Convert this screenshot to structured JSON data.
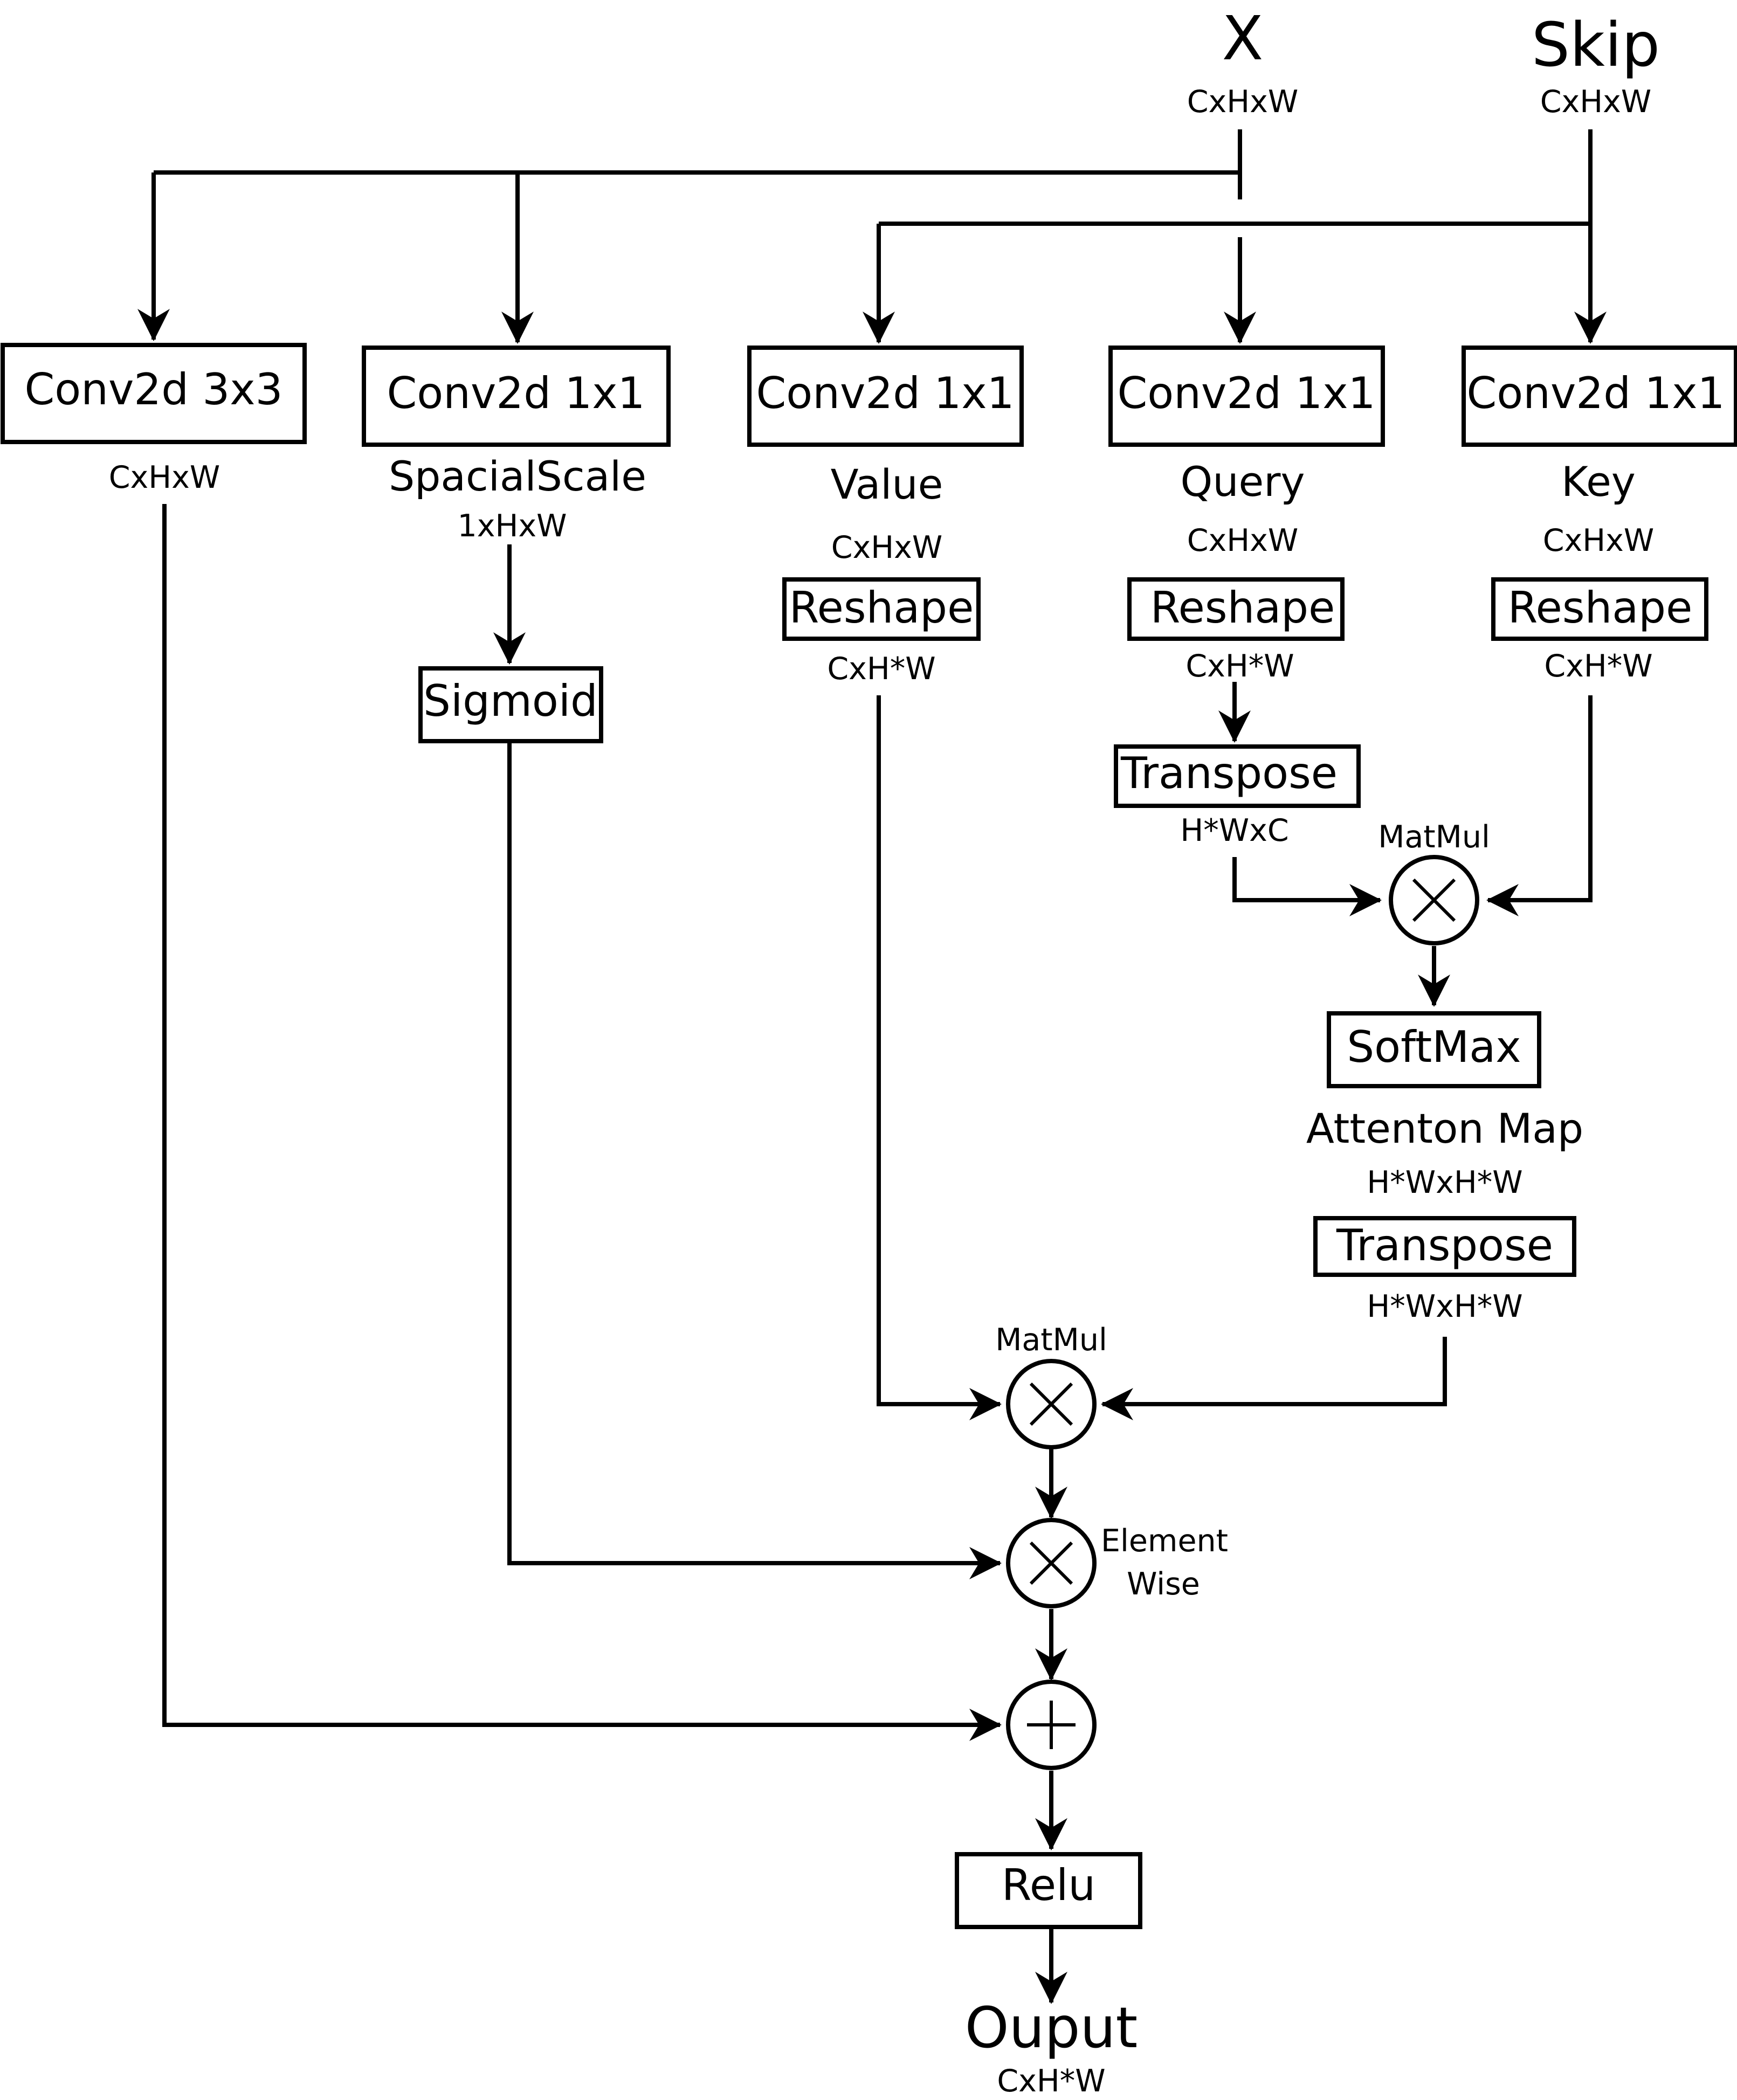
{
  "inputs": {
    "x": {
      "label": "X",
      "shape": "CxHxW"
    },
    "skip": {
      "label": "Skip",
      "shape": "CxHxW"
    }
  },
  "branch_conv3": {
    "op": "Conv2d 3x3",
    "shape": "CxHxW"
  },
  "branch_spatial": {
    "op": "Conv2d 1x1",
    "name": "SpacialScale",
    "shape": "1xHxW",
    "act": "Sigmoid"
  },
  "branch_value": {
    "op": "Conv2d 1x1",
    "name": "Value",
    "shape": "CxHxW",
    "reshape": "Reshape",
    "reshape_shape": "CxH*W"
  },
  "branch_query": {
    "op": "Conv2d 1x1",
    "name": "Query",
    "shape": "CxHxW",
    "reshape": "Reshape",
    "reshape_shape": "CxH*W",
    "transpose": "Transpose",
    "transpose_shape": "H*WxC"
  },
  "branch_key": {
    "op": "Conv2d 1x1",
    "name": "Key",
    "shape": "CxHxW",
    "reshape": "Reshape",
    "reshape_shape": "CxH*W"
  },
  "matmul_top": {
    "label": "MatMul"
  },
  "softmax": {
    "label": "SoftMax"
  },
  "attention": {
    "name": "Attenton Map",
    "shape": "H*WxH*W",
    "transpose": "Transpose",
    "transpose_shape": "H*WxH*W"
  },
  "matmul_bottom": {
    "label": "MatMul"
  },
  "elementwise": {
    "line1": "Element",
    "line2": "Wise"
  },
  "relu": {
    "label": "Relu"
  },
  "output": {
    "label": "Ouput",
    "shape": "CxH*W"
  }
}
